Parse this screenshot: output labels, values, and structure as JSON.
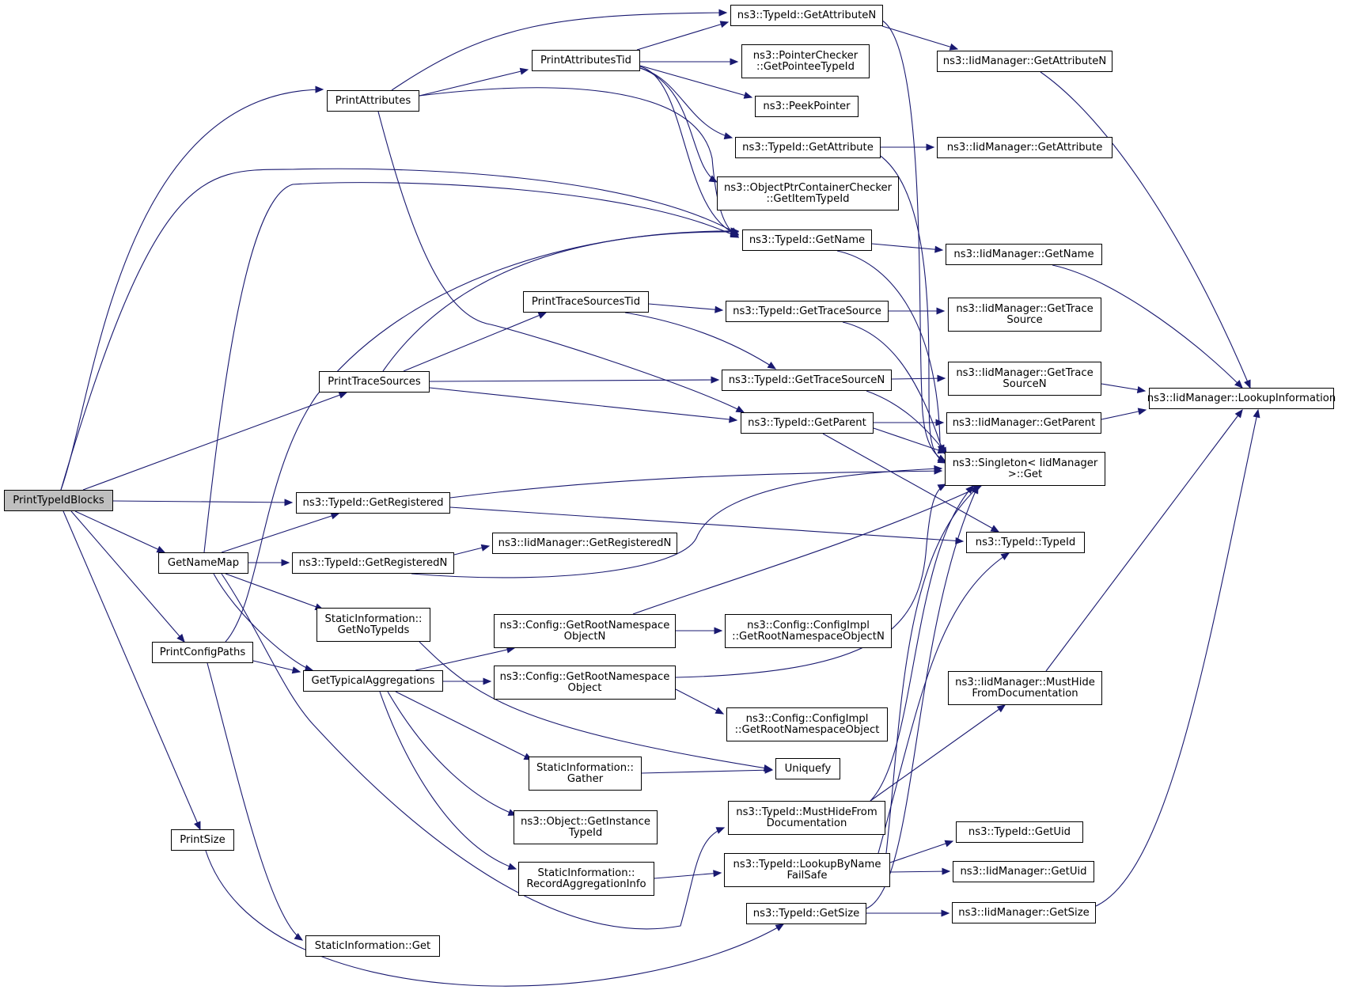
{
  "colors": {
    "edge": "#191970",
    "root_fill": "#bfbfbf",
    "node_fill": "#ffffff",
    "border": "#000000"
  },
  "nodes": {
    "printtypeidblocks": {
      "lines": [
        "PrintTypeIdBlocks"
      ]
    },
    "printattributes": {
      "lines": [
        "PrintAttributes"
      ]
    },
    "printattributestid": {
      "lines": [
        "PrintAttributesTid"
      ]
    },
    "getattributen": {
      "lines": [
        "ns3::TypeId::GetAttributeN"
      ]
    },
    "iid_getattributen": {
      "lines": [
        "ns3::IidManager::GetAttributeN"
      ]
    },
    "pointerchecker": {
      "lines": [
        "ns3::PointerChecker",
        "::GetPointeeTypeId"
      ]
    },
    "peekpointer": {
      "lines": [
        "ns3::PeekPointer"
      ]
    },
    "getattribute": {
      "lines": [
        "ns3::TypeId::GetAttribute"
      ]
    },
    "iid_getattribute": {
      "lines": [
        "ns3::IidManager::GetAttribute"
      ]
    },
    "objectptrcontainer": {
      "lines": [
        "ns3::ObjectPtrContainerChecker",
        "::GetItemTypeId"
      ]
    },
    "getname": {
      "lines": [
        "ns3::TypeId::GetName"
      ]
    },
    "iid_getname": {
      "lines": [
        "ns3::IidManager::GetName"
      ]
    },
    "printtracesourcestid": {
      "lines": [
        "PrintTraceSourcesTid"
      ]
    },
    "gettracesource": {
      "lines": [
        "ns3::TypeId::GetTraceSource"
      ]
    },
    "iid_gettracesource": {
      "lines": [
        "ns3::IidManager::GetTrace",
        "Source"
      ]
    },
    "printtracesources": {
      "lines": [
        "PrintTraceSources"
      ]
    },
    "gettracesourcen": {
      "lines": [
        "ns3::TypeId::GetTraceSourceN"
      ]
    },
    "iid_gettracesourcen": {
      "lines": [
        "ns3::IidManager::GetTrace",
        "SourceN"
      ]
    },
    "lookupinformation": {
      "lines": [
        "ns3::IidManager::LookupInformation"
      ]
    },
    "getparent": {
      "lines": [
        "ns3::TypeId::GetParent"
      ]
    },
    "iid_getparent": {
      "lines": [
        "ns3::IidManager::GetParent"
      ]
    },
    "singleton_get": {
      "lines": [
        "ns3::Singleton< IidManager",
        ">::Get"
      ]
    },
    "getregistered": {
      "lines": [
        "ns3::TypeId::GetRegistered"
      ]
    },
    "typeid_typeid": {
      "lines": [
        "ns3::TypeId::TypeId"
      ]
    },
    "getnamemap": {
      "lines": [
        "GetNameMap"
      ]
    },
    "getregisteredn": {
      "lines": [
        "ns3::TypeId::GetRegisteredN"
      ]
    },
    "iid_getregisteredn": {
      "lines": [
        "ns3::IidManager::GetRegisteredN"
      ]
    },
    "getnotypeids": {
      "lines": [
        "StaticInformation::",
        "GetNoTypeIds"
      ]
    },
    "getrootnsobjectn": {
      "lines": [
        "ns3::Config::GetRootNamespace",
        "ObjectN"
      ]
    },
    "configimpl_getrootnsobjectn": {
      "lines": [
        "ns3::Config::ConfigImpl",
        "::GetRootNamespaceObjectN"
      ]
    },
    "printconfigpaths": {
      "lines": [
        "PrintConfigPaths"
      ]
    },
    "gettypicalaggregations": {
      "lines": [
        "GetTypicalAggregations"
      ]
    },
    "getrootnsobject": {
      "lines": [
        "ns3::Config::GetRootNamespace",
        "Object"
      ]
    },
    "configimpl_getrootnsobject": {
      "lines": [
        "ns3::Config::ConfigImpl",
        "::GetRootNamespaceObject"
      ]
    },
    "musthide_iid": {
      "lines": [
        "ns3::IidManager::MustHide",
        "FromDocumentation"
      ]
    },
    "gather": {
      "lines": [
        "StaticInformation::",
        "Gather"
      ]
    },
    "uniquefy": {
      "lines": [
        "Uniquefy"
      ]
    },
    "musthide_typeid": {
      "lines": [
        "ns3::TypeId::MustHideFrom",
        "Documentation"
      ]
    },
    "getinstancetypeid": {
      "lines": [
        "ns3::Object::GetInstance",
        "TypeId"
      ]
    },
    "printsize": {
      "lines": [
        "PrintSize"
      ]
    },
    "typeid_getuid": {
      "lines": [
        "ns3::TypeId::GetUid"
      ]
    },
    "lookupbynamefailsafe": {
      "lines": [
        "ns3::TypeId::LookupByName",
        "FailSafe"
      ]
    },
    "iid_getuid": {
      "lines": [
        "ns3::IidManager::GetUid"
      ]
    },
    "recordaggregationinfo": {
      "lines": [
        "StaticInformation::",
        "RecordAggregationInfo"
      ]
    },
    "getsize": {
      "lines": [
        "ns3::TypeId::GetSize"
      ]
    },
    "iid_getsize": {
      "lines": [
        "ns3::IidManager::GetSize"
      ]
    },
    "staticinfo_get": {
      "lines": [
        "StaticInformation::Get"
      ]
    }
  }
}
